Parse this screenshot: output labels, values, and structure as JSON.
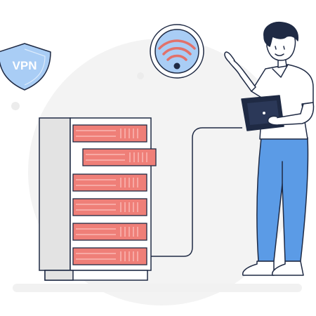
{
  "illustration": {
    "vpn_badge": {
      "label": "VPN",
      "color": "#a9cdf5"
    },
    "wifi_badge": {
      "icon": "wifi-icon",
      "color": "#a9cdf5",
      "signal_color": "#e2716a"
    },
    "server_rack": {
      "module_count": 6,
      "module_color": "#ef7f78",
      "module_highlight": "#f7a9a4"
    },
    "person": {
      "shirt": "#ffffff",
      "pants": "#5b9be6",
      "hair": "#1f2a44",
      "device": "tablet"
    },
    "colors": {
      "outline": "#1f2a44",
      "background_circle": "#f2f2f2",
      "floor": "#f1f1f1"
    }
  }
}
